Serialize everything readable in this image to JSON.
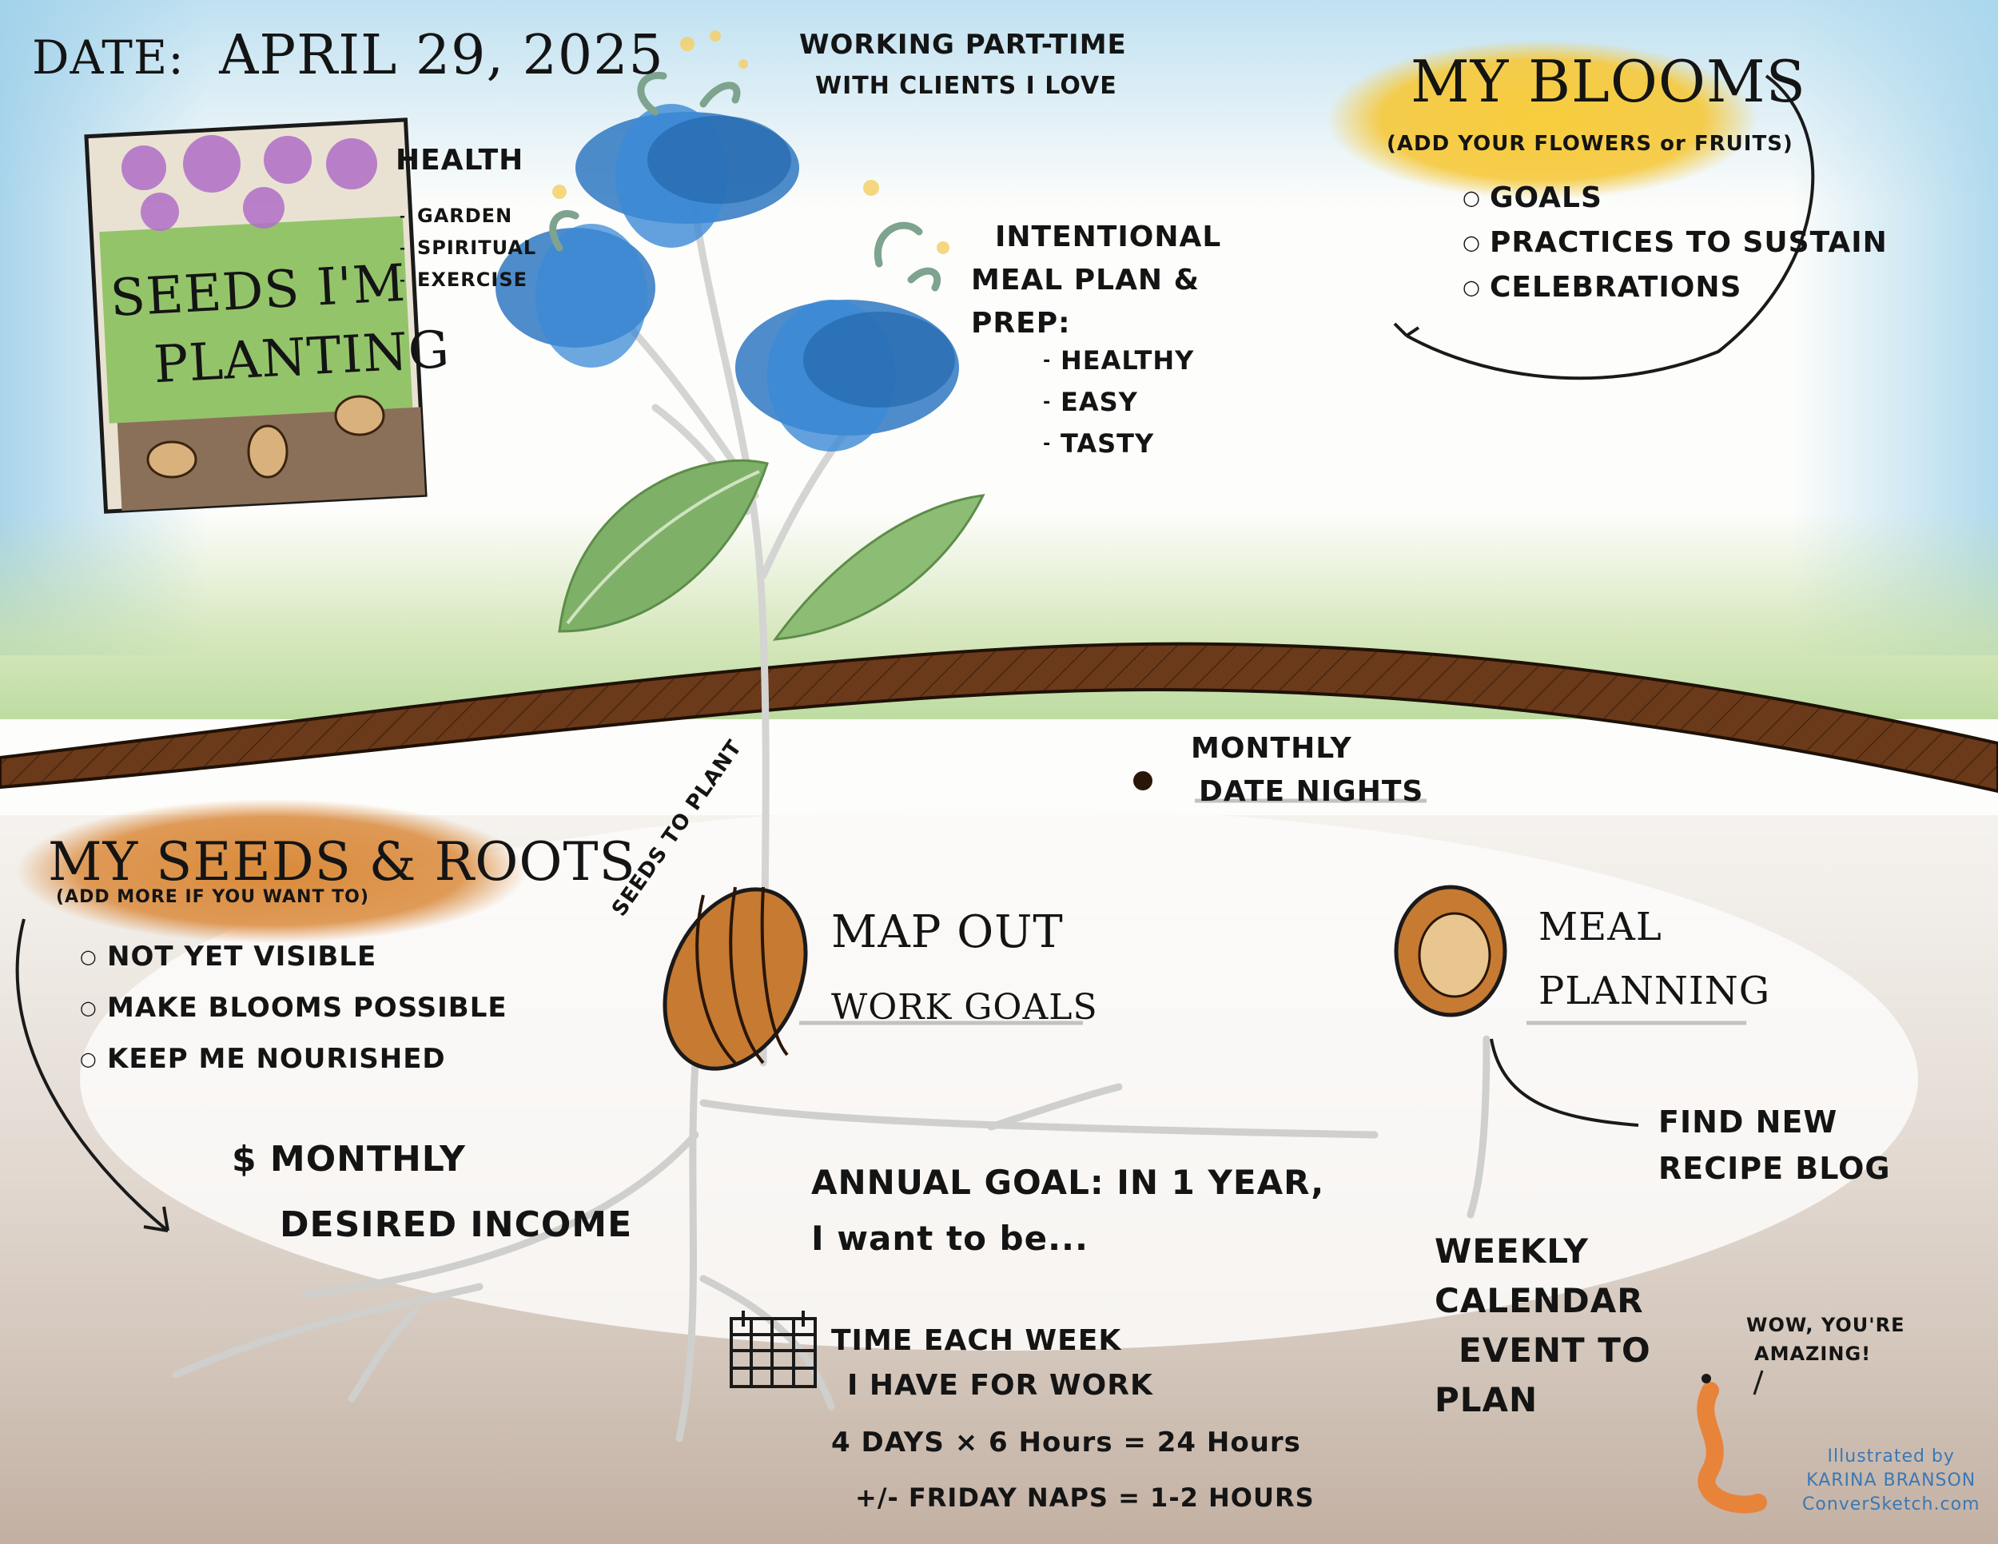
{
  "date": {
    "label": "DATE:",
    "value": "APRIL 29, 2025"
  },
  "seed_packet": {
    "title_line1": "SEEDS I'M",
    "title_line2": "PLANTING",
    "category": "HEALTH",
    "items": [
      "GARDEN",
      "SPIRITUAL",
      "EXERCISE"
    ]
  },
  "blooms_callout": {
    "title": "MY BLOOMS",
    "subtitle": "(ADD YOUR FLOWERS or FRUITS)",
    "items": [
      "GOALS",
      "PRACTICES to SUSTAIN",
      "CELEBRATIONS"
    ]
  },
  "bloom_labels": {
    "working": {
      "line1": "WORKING PART-TIME",
      "line2": "with CLIENTS I LOVE"
    },
    "meal_plan": {
      "line1": "INTENTIONAL",
      "line2": "MEAL PLAN &",
      "line3": "PREP:",
      "items": [
        "HEALTHY",
        "EASY",
        "TASTY"
      ]
    }
  },
  "monthly_date": {
    "line1": "MONTHLY",
    "line2": "DATE NIGHTS"
  },
  "roots_callout": {
    "title": "MY SEEDS & ROOTS",
    "subtitle": "(ADD MORE IF YOU WANT TO)",
    "items": [
      "NOT YET VISIBLE",
      "MAKE BLOOMS POSSIBLE",
      "KEEP ME NOURISHED"
    ]
  },
  "seed_main": {
    "arc_label": "SEEDS to PLANT",
    "line1": "MAP OUT",
    "line2": "WORK GOALS"
  },
  "seed_meal": {
    "line1": "MEAL",
    "line2": "PLANNING"
  },
  "income": {
    "line1": "$ MONTHLY",
    "line2": "DESIRED INCOME"
  },
  "annual_goal": {
    "line1": "ANNUAL GOAL: IN 1 YEAR,",
    "line2": "I want to be..."
  },
  "time_block": {
    "line1": "TIME EACH WEEK",
    "line2": "I HAVE for WORK",
    "calc1": "4 DAYS × 6 Hours = 24 Hours",
    "calc2": "+/- FRIDAY NAPS = 1-2 HOURS"
  },
  "recipe": {
    "line1": "FIND NEW",
    "line2": "RECIPE BLOG"
  },
  "weekly_event": {
    "line1": "WEEKLY",
    "line2": "CALENDAR",
    "line3": "EVENT to",
    "line4": "PLAN"
  },
  "worm_speech": {
    "line1": "WOW, YOU'RE",
    "line2": "AMAZING!"
  },
  "credit": {
    "line1": "Illustrated by",
    "line2": "KARINA BRANSON",
    "line3": "ConverSketch.com"
  },
  "colors": {
    "soil": "#6b3a1a",
    "petal": "#2f78c2",
    "leaf": "#7fb067",
    "highlight_yellow": "#f5c638",
    "roots_callout": "#d98a3a",
    "seed": "#c77a32",
    "worm": "#e8833a",
    "credit": "#3a78b5"
  },
  "icons": [
    "calendar-icon",
    "seed-icon",
    "flower-icon",
    "leaf-icon",
    "worm-icon",
    "arrow-icon"
  ]
}
